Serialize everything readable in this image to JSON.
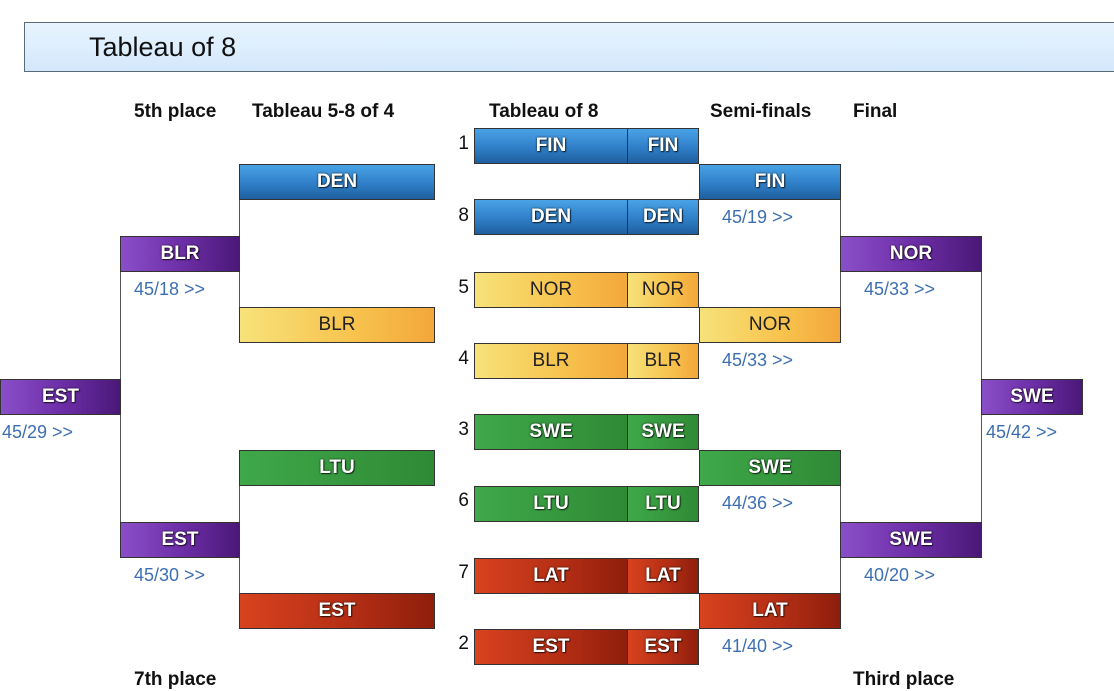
{
  "title": "Tableau of 8",
  "columns": {
    "fifth": "5th place",
    "tab58": "Tableau 5-8 of 4",
    "tab8": "Tableau of 8",
    "semis": "Semi-finals",
    "final": "Final"
  },
  "footer": {
    "seventh": "7th place",
    "third": "Third place"
  },
  "tableau8": [
    {
      "seed": "1",
      "team": "FIN",
      "short": "FIN",
      "color": "#2f7fc8"
    },
    {
      "seed": "8",
      "team": "DEN",
      "short": "DEN",
      "color": "#2f7fc8"
    },
    {
      "seed": "5",
      "team": "NOR",
      "short": "NOR",
      "color": "#f7c24c"
    },
    {
      "seed": "4",
      "team": "BLR",
      "short": "BLR",
      "color": "#f7c24c"
    },
    {
      "seed": "3",
      "team": "SWE",
      "short": "SWE",
      "color": "#2f8a35"
    },
    {
      "seed": "6",
      "team": "LTU",
      "short": "LTU",
      "color": "#2f8a35"
    },
    {
      "seed": "7",
      "team": "LAT",
      "short": "LAT",
      "color": "#b22d14"
    },
    {
      "seed": "2",
      "team": "EST",
      "short": "EST",
      "color": "#b22d14"
    }
  ],
  "semis": [
    {
      "team": "FIN",
      "score": "45/19 >>"
    },
    {
      "team": "NOR",
      "score": "45/33 >>"
    },
    {
      "team": "SWE",
      "score": "44/36 >>"
    },
    {
      "team": "LAT",
      "score": "41/40 >>"
    }
  ],
  "final": [
    {
      "team": "NOR",
      "score": "45/33 >>"
    },
    {
      "team": "SWE",
      "score": "40/20 >>"
    }
  ],
  "winner": {
    "team": "SWE",
    "score": "45/42 >>"
  },
  "tableau58": [
    {
      "team": "DEN"
    },
    {
      "team": "BLR"
    },
    {
      "team": "LTU"
    },
    {
      "team": "EST"
    }
  ],
  "fifth_place": [
    {
      "team": "BLR",
      "score": "45/18 >>"
    },
    {
      "team": "EST",
      "score": "45/30 >>"
    }
  ],
  "fifth_winner": {
    "team": "EST",
    "score": "45/29 >>"
  }
}
